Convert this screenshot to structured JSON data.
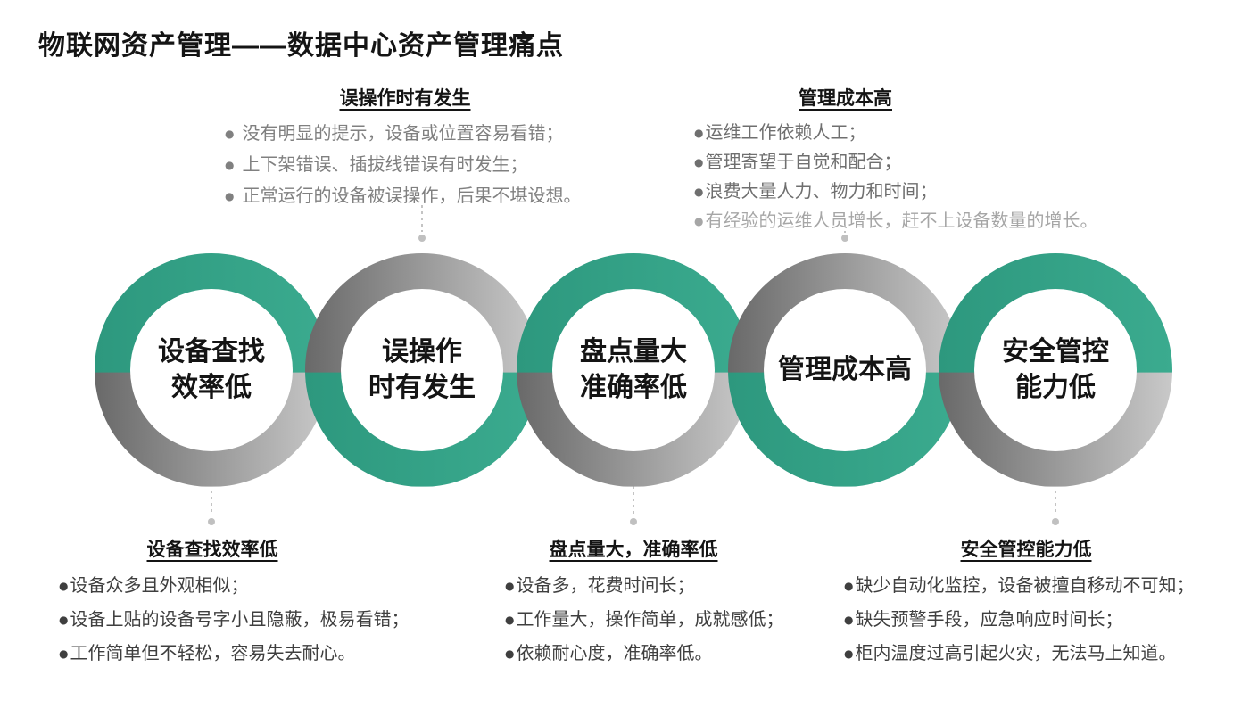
{
  "title": "物联网资产管理——数据中心资产管理痛点",
  "icons": {
    "bullet": "●"
  },
  "palette": {
    "green": "#2FA084",
    "gray_dark": "#696969",
    "gray_light": "#C9C9C9",
    "text_dark": "#3F3F3F",
    "text_gray": "#808080",
    "text_light_gray": "#A6A6A6",
    "heading": "#141414"
  },
  "circles": [
    {
      "line1": "设备查找",
      "line2": "效率低"
    },
    {
      "line1": "误操作",
      "line2": "时有发生"
    },
    {
      "line1": "盘点量大",
      "line2": "准确率低"
    },
    {
      "line1": "管理成本高",
      "line2": ""
    },
    {
      "line1": "安全管控",
      "line2": "能力低"
    }
  ],
  "callouts_top": [
    {
      "heading": "误操作时有发生",
      "items": [
        "没有明显的提示，设备或位置容易看错；",
        "上下架错误、插拔线错误有时发生；",
        "正常运行的设备被误操作，后果不堪设想。"
      ]
    },
    {
      "heading": "管理成本高",
      "items": [
        "运维工作依赖人工；",
        "管理寄望于自觉和配合；",
        "浪费大量人力、物力和时间；",
        "有经验的运维人员增长，赶不上设备数量的增长。"
      ]
    }
  ],
  "callouts_bottom": [
    {
      "heading": "设备查找效率低",
      "items": [
        "设备众多且外观相似；",
        "设备上贴的设备号字小且隐蔽，极易看错；",
        "工作简单但不轻松，容易失去耐心。"
      ]
    },
    {
      "heading": "盘点量大，准确率低",
      "items": [
        "设备多，花费时间长；",
        "工作量大，操作简单，成就感低；",
        "依赖耐心度，准确率低。"
      ]
    },
    {
      "heading": "安全管控能力低",
      "items": [
        "缺少自动化监控，设备被擅自移动不可知；",
        "缺失预警手段，应急响应时间长；",
        "柜内温度过高引起火灾，无法马上知道。"
      ]
    }
  ]
}
